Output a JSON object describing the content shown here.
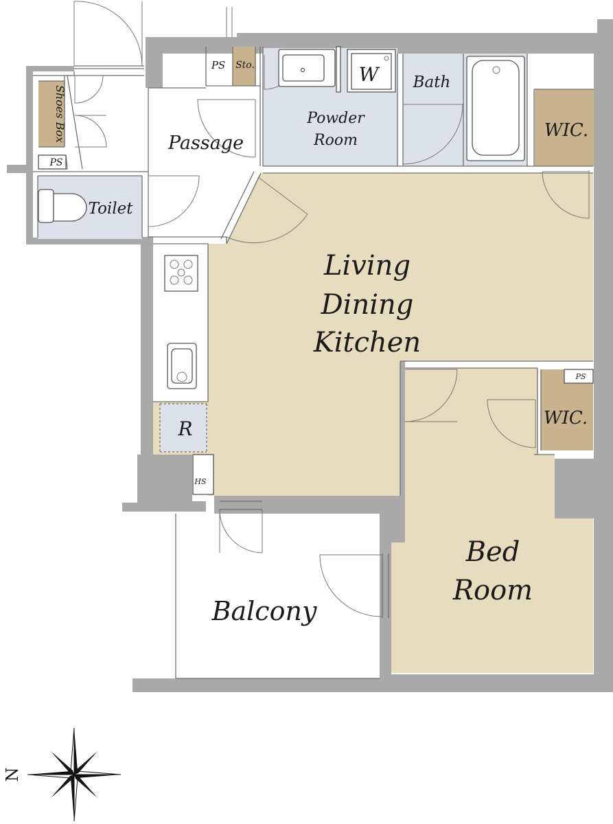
{
  "rooms": {
    "living": [
      "Living",
      "Dining",
      "Kitchen"
    ],
    "bed": [
      "Bed",
      "Room"
    ],
    "balcony": "Balcony",
    "passage": "Passage",
    "powder": [
      "Powder",
      "Room"
    ],
    "bath": "Bath",
    "toilet": "Toilet",
    "shoes_box": "Shoes Box",
    "wic_top": "WIC.",
    "wic_bed": "WIC.",
    "washer": "W",
    "fridge": "R",
    "storage": "Sto.",
    "ps_top": "PS",
    "ps_entry": "PS",
    "ps_bed": "PS",
    "hs": "HS"
  },
  "compass": {
    "north_label": "N"
  },
  "colors": {
    "living_fill": "#e8dcbf",
    "wet_fill": "#dde1ea",
    "storage_fill": "#c8b38e",
    "wall_fill": "#a9a9a9"
  }
}
